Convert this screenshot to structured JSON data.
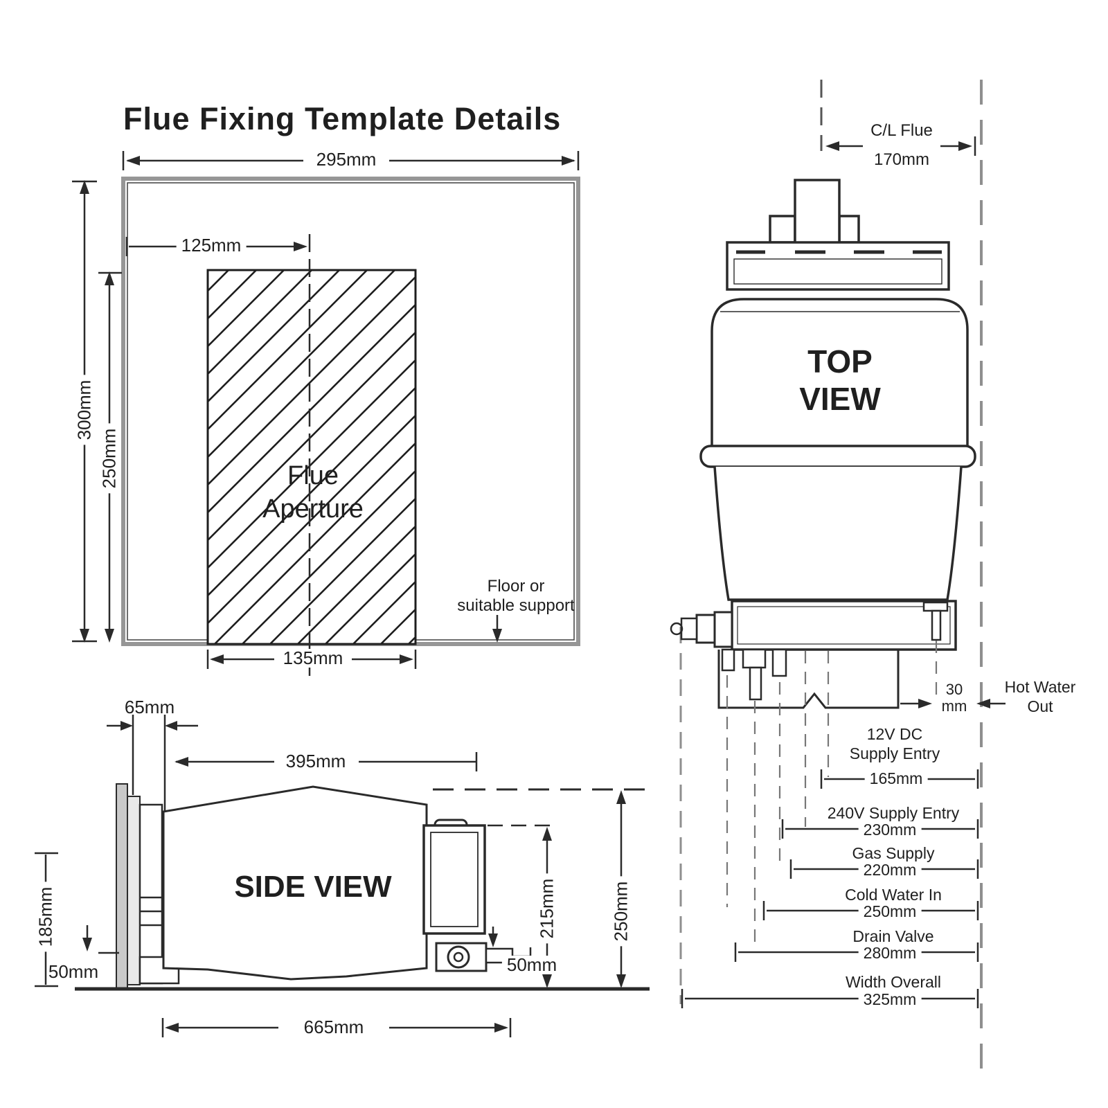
{
  "title": "Flue Fixing Template Details",
  "colors": {
    "line": "#2a2a2a",
    "gray_dash": "#8f8f8f",
    "template_border": "#969696"
  },
  "template": {
    "width_dim": "295mm",
    "offset_dim": "125mm",
    "height_outer_dim": "300mm",
    "height_inner_dim": "250mm",
    "aperture_width_dim": "135mm",
    "aperture_label_line1": "Flue",
    "aperture_label_line2": "Aperture",
    "support_note_line1": "Floor or",
    "support_note_line2": "suitable support"
  },
  "side_view": {
    "label": "SIDE VIEW",
    "bracket_depth_dim": "65mm",
    "body_width_dim": "395mm",
    "left_height_dim": "185mm",
    "base_height_dim": "50mm",
    "pipe_height_dim": "50mm",
    "flue_height_dim": "215mm",
    "overall_height_dim": "250mm",
    "overall_length_dim": "665mm"
  },
  "top_view": {
    "label_line1": "TOP",
    "label_line2": "VIEW",
    "cl_flue_label": "C/L Flue",
    "cl_flue_dim": "170mm",
    "hot_water_offset_value": "30",
    "hot_water_offset_unit": "mm",
    "hot_water_label_line1": "Hot Water",
    "hot_water_label_line2": "Out",
    "connections": [
      {
        "label": "12V DC",
        "label2": "Supply Entry",
        "dim": "165mm"
      },
      {
        "label": "240V Supply Entry",
        "dim": "230mm"
      },
      {
        "label": "Gas Supply",
        "dim": "220mm"
      },
      {
        "label": "Cold Water In",
        "dim": "250mm"
      },
      {
        "label": "Drain Valve",
        "dim": "280mm"
      },
      {
        "label": "Width Overall",
        "dim": "325mm"
      }
    ]
  }
}
